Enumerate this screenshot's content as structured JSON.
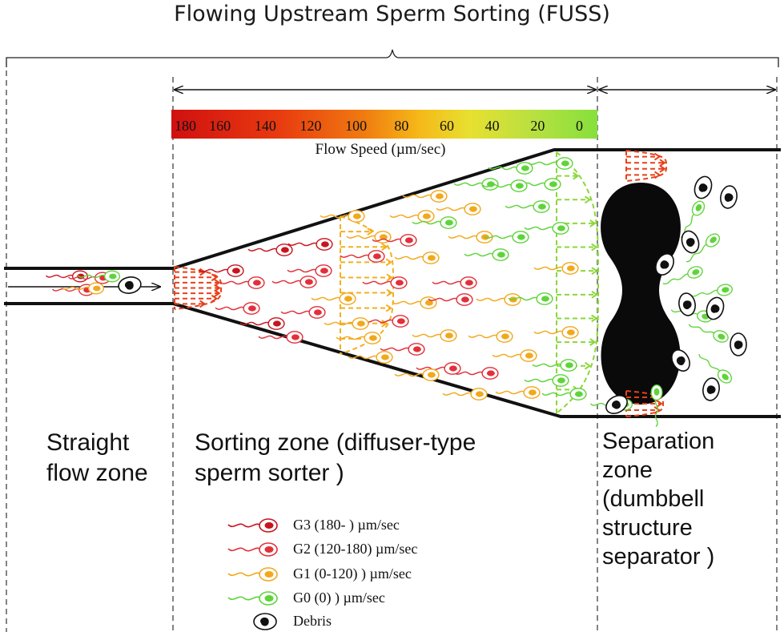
{
  "title": "Flowing Upstream Sperm Sorting (FUSS)",
  "flow_scale": {
    "label": "Flow Speed (µm/sec)",
    "ticks": [
      "180",
      "160",
      "140",
      "120",
      "100",
      "80",
      "60",
      "40",
      "20",
      "0"
    ],
    "colors": [
      "#d01010",
      "#e83a10",
      "#f07a10",
      "#f5b818",
      "#e8e030",
      "#b8e040",
      "#86e03c"
    ]
  },
  "zones": {
    "straight": "Straight\nflow zone",
    "sorting": "Sorting zone (diffuser-type\nsperm sorter )",
    "separation": "Separation\nzone\n(dumbbell\nstructure\nseparator )"
  },
  "legend": [
    {
      "label": "G3 (180- ) µm/sec",
      "color": "#c8141e",
      "icon": "sperm-icon"
    },
    {
      "label": "G2 (120-180) µm/sec",
      "color": "#e2303a",
      "icon": "sperm-icon"
    },
    {
      "label": "G1 (0-120) ) µm/sec",
      "color": "#f2a81c",
      "icon": "sperm-icon"
    },
    {
      "label": "G0 (0) ) µm/sec",
      "color": "#5fd43a",
      "icon": "sperm-icon"
    },
    {
      "label": "Debris",
      "color": "#111111",
      "icon": "debris-icon"
    }
  ]
}
